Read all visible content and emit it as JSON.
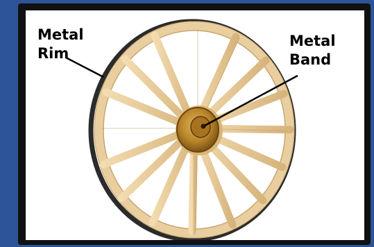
{
  "labels": {
    "rim": {
      "line1": "Metal",
      "line2": "Rim"
    },
    "band": {
      "line1": "Metal",
      "line2": "Band"
    }
  },
  "colors": {
    "background": "#2d5497",
    "frame": "#111111",
    "panel": "#ffffff",
    "wood": "#e9cfa0",
    "wood_dark": "#c9a56e",
    "metal_rim": "#2b2b2b",
    "hub_band": "#b9852a"
  }
}
